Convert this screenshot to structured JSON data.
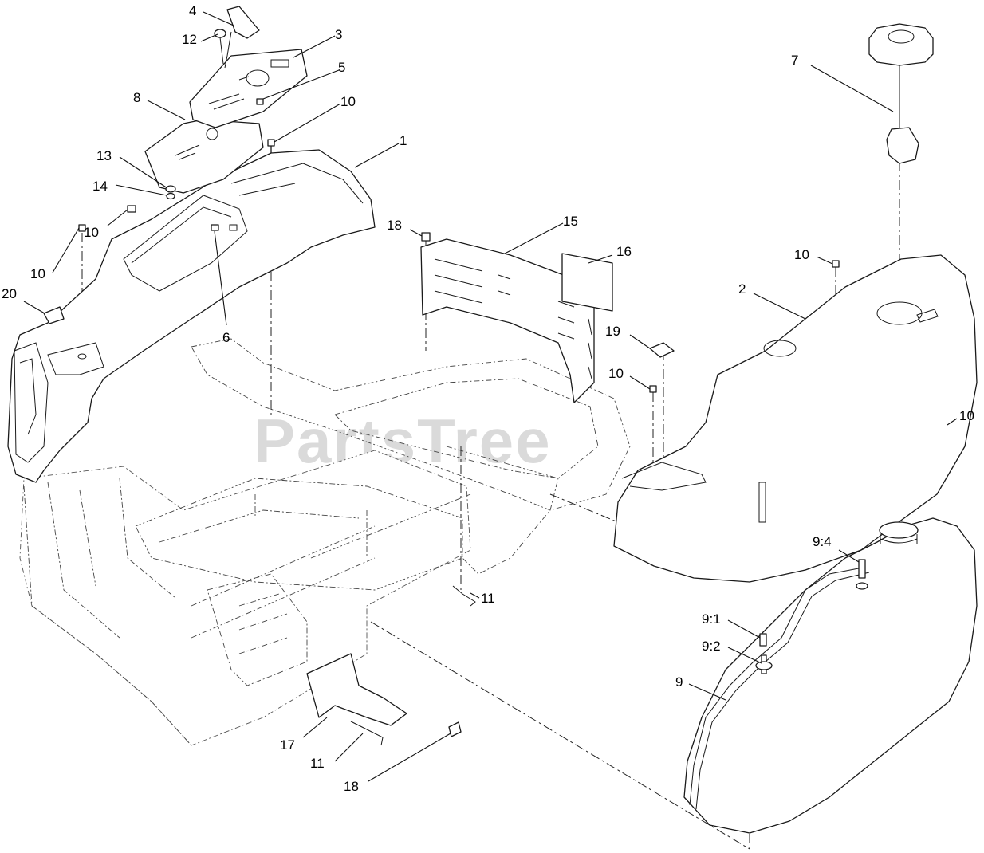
{
  "watermark": {
    "brand": "PartsTree",
    "trademark": "™"
  },
  "callouts": [
    {
      "id": "c-4",
      "label": "4"
    },
    {
      "id": "c-12",
      "label": "12"
    },
    {
      "id": "c-3",
      "label": "3"
    },
    {
      "id": "c-5",
      "label": "5"
    },
    {
      "id": "c-8",
      "label": "8"
    },
    {
      "id": "c-10a",
      "label": "10"
    },
    {
      "id": "c-1",
      "label": "1"
    },
    {
      "id": "c-13",
      "label": "13"
    },
    {
      "id": "c-14",
      "label": "14"
    },
    {
      "id": "c-10b",
      "label": "10"
    },
    {
      "id": "c-10c",
      "label": "10"
    },
    {
      "id": "c-20",
      "label": "20"
    },
    {
      "id": "c-6",
      "label": "6"
    },
    {
      "id": "c-18a",
      "label": "18"
    },
    {
      "id": "c-15",
      "label": "15"
    },
    {
      "id": "c-16",
      "label": "16"
    },
    {
      "id": "c-7",
      "label": "7"
    },
    {
      "id": "c-10d",
      "label": "10"
    },
    {
      "id": "c-2",
      "label": "2"
    },
    {
      "id": "c-19",
      "label": "19"
    },
    {
      "id": "c-10e",
      "label": "10"
    },
    {
      "id": "c-10f",
      "label": "10"
    },
    {
      "id": "c-9-4",
      "label": "9:4"
    },
    {
      "id": "c-11a",
      "label": "11"
    },
    {
      "id": "c-9-1",
      "label": "9:1"
    },
    {
      "id": "c-9-2",
      "label": "9:2"
    },
    {
      "id": "c-9",
      "label": "9"
    },
    {
      "id": "c-17",
      "label": "17"
    },
    {
      "id": "c-11b",
      "label": "11"
    },
    {
      "id": "c-18b",
      "label": "18"
    }
  ]
}
